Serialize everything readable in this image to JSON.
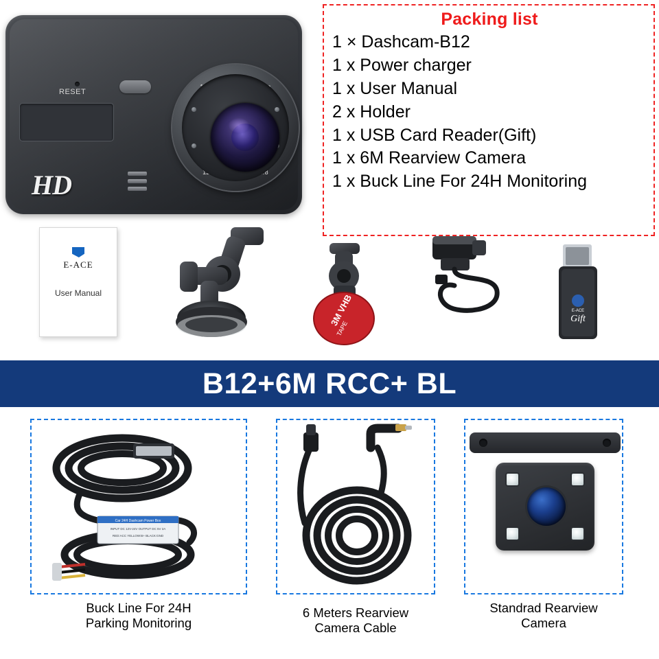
{
  "product": {
    "brand": "E-ACE",
    "device_label_hd": "HD",
    "device_reset_label": "RESET",
    "lens_text_top": "170  Wide Angle Lens",
    "lens_text_bottom": "12.0 Mega Pixels F1.8"
  },
  "packing_list": {
    "title": "Packing list",
    "items": [
      "1 × Dashcam-B12",
      "1 x Power charger",
      "1 x User Manual",
      "2 x Holder",
      "1 x USB Card Reader(Gift)",
      "1 x 6M Rearview Camera",
      "1 x Buck Line For 24H Monitoring"
    ],
    "border_color": "#ef2222",
    "title_color": "#ef1b1b"
  },
  "accessories": {
    "manual": {
      "brand": "E-ACE",
      "caption": "User Manual"
    },
    "mount_3m_tape": "3M VHB",
    "card_reader_label": "Gift"
  },
  "title_bar": {
    "text": "B12+6M RCC+ BL",
    "background": "#143a7b",
    "text_color": "#ffffff"
  },
  "bottom_items": [
    {
      "caption_line1": "Buck Line For 24H",
      "caption_line2": "Parking Monitoring",
      "module_text": "Car 24H Dashcam Power Box"
    },
    {
      "caption_line1": "6 Meters Rearview",
      "caption_line2": "Camera Cable",
      "module_text": ""
    },
    {
      "caption_line1": "Standrad Rearview",
      "caption_line2": "Camera",
      "module_text": ""
    }
  ],
  "colors": {
    "dashed_blue": "#1878e0",
    "dashed_red": "#ef2222",
    "banner_blue": "#143a7b"
  }
}
